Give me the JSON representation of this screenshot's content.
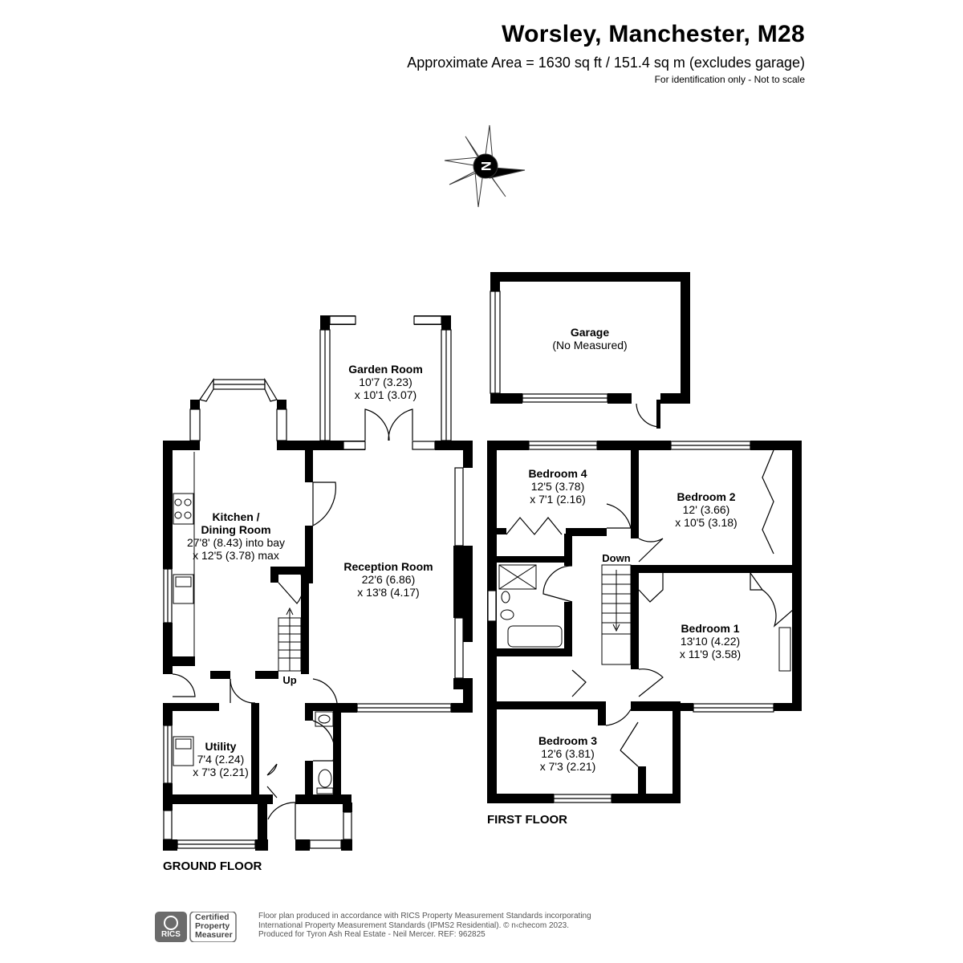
{
  "header": {
    "title": "Worsley, Manchester, M28",
    "area": "Approximate Area = 1630 sq ft / 151.4 sq m (excludes garage)",
    "note": "For identification only - Not to scale"
  },
  "compass": {
    "label": "N"
  },
  "rooms": {
    "garage": {
      "name": "Garage",
      "dims": [
        "(No Measured)"
      ]
    },
    "garden_room": {
      "name": "Garden Room",
      "dims": [
        "10'7 (3.23)",
        "x 10'1 (3.07)"
      ]
    },
    "kitchen": {
      "name": [
        "Kitchen /",
        "Dining Room"
      ],
      "dims": [
        "27'8' (8.43) into bay",
        "x 12'5 (3.78) max"
      ]
    },
    "reception": {
      "name": "Reception Room",
      "dims": [
        "22'6 (6.86)",
        "x 13'8 (4.17)"
      ]
    },
    "utility": {
      "name": "Utility",
      "dims": [
        "7'4 (2.24)",
        "x 7'3 (2.21)"
      ]
    },
    "bedroom4": {
      "name": "Bedroom 4",
      "dims": [
        "12'5 (3.78)",
        "x 7'1 (2.16)"
      ]
    },
    "bedroom2": {
      "name": "Bedroom 2",
      "dims": [
        "12' (3.66)",
        "x 10'5 (3.18)"
      ]
    },
    "bedroom1": {
      "name": "Bedroom 1",
      "dims": [
        "13'10 (4.22)",
        "x 11'9 (3.58)"
      ]
    },
    "bedroom3": {
      "name": "Bedroom 3",
      "dims": [
        "12'6 (3.81)",
        "x 7'3 (2.21)"
      ]
    }
  },
  "stairs": {
    "up": "Up",
    "down": "Down"
  },
  "floors": {
    "ground": "GROUND FLOOR",
    "first": "FIRST FLOOR"
  },
  "footer": {
    "rics": "RICS",
    "certified": [
      "Certified",
      "Property",
      "Measurer"
    ],
    "lines": [
      "Floor plan produced in accordance with RICS Property Measurement Standards incorporating",
      "International Property Measurement Standards (IPMS2 Residential).  © n‹checom 2023.",
      "Produced for Tyron Ash Real Estate - Neil Mercer.   REF:  962825"
    ]
  }
}
